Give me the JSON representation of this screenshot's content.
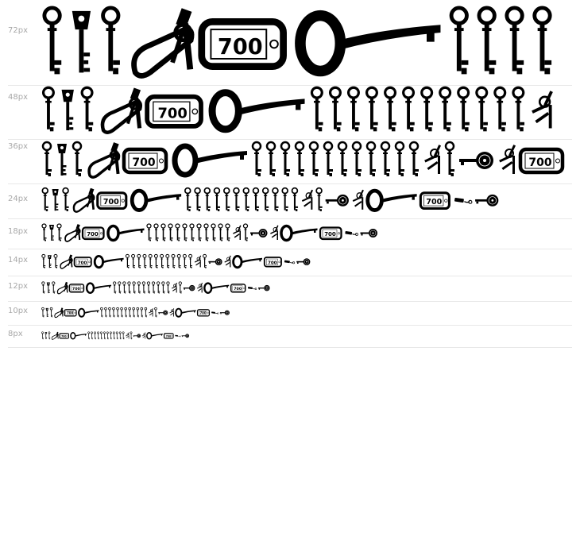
{
  "preview": {
    "rows": [
      {
        "size_label": "72px",
        "size": 72
      },
      {
        "size_label": "48px",
        "size": 48
      },
      {
        "size_label": "36px",
        "size": 36
      },
      {
        "size_label": "24px",
        "size": 24
      },
      {
        "size_label": "18px",
        "size": 18
      },
      {
        "size_label": "14px",
        "size": 14
      },
      {
        "size_label": "12px",
        "size": 12
      },
      {
        "size_label": "10px",
        "size": 10
      },
      {
        "size_label": "8px",
        "size": 8
      }
    ],
    "tag_number": "700",
    "ink_color": "#000000",
    "label_color": "#a8a8a8",
    "glyph_sequence": [
      "skeleton-key",
      "padlock-key",
      "skeleton-key",
      "carabiner-keyring",
      "key-tag",
      "large-key",
      "skeleton-key",
      "skeleton-key",
      "skeleton-key",
      "skeleton-key",
      "skeleton-key",
      "skeleton-key",
      "skeleton-key",
      "skeleton-key",
      "skeleton-key",
      "skeleton-key",
      "skeleton-key",
      "skeleton-key",
      "key-bunch",
      "skeleton-key",
      "ornate-key",
      "key-bunch",
      "large-key",
      "key-tag",
      "key-chain",
      "ornate-key"
    ]
  }
}
